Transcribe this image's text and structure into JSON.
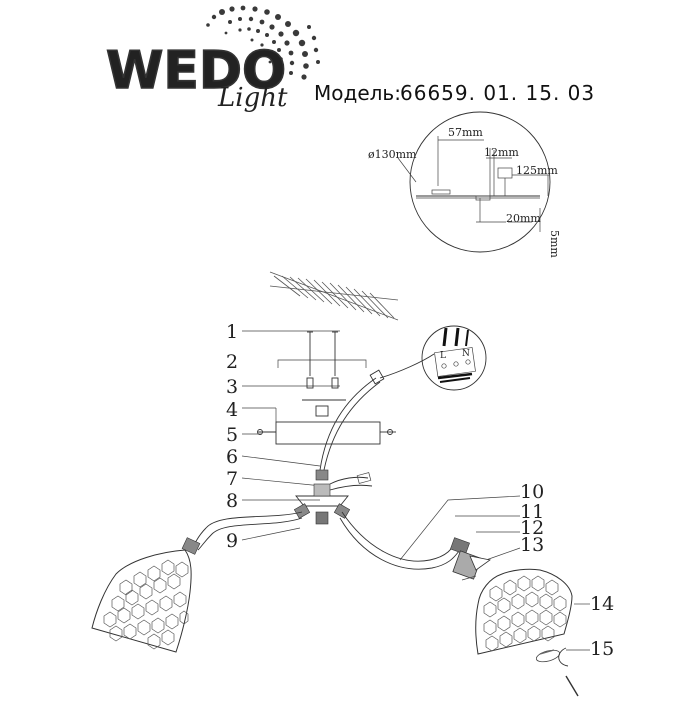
{
  "logo": {
    "brand": "WEDO",
    "sub": "Light"
  },
  "model": {
    "label": "Модель:",
    "value": "66659. 01. 15. 03"
  },
  "dimensions": {
    "diameter": "ø130mm",
    "d57": "57mm",
    "d12": "12mm",
    "d125": "125mm",
    "d20": "20mm",
    "d5": "5mm"
  },
  "terminal": {
    "L": "L",
    "N": "N"
  },
  "callouts": [
    "1",
    "2",
    "3",
    "4",
    "5",
    "6",
    "7",
    "8",
    "9",
    "10",
    "11",
    "12",
    "13",
    "14",
    "15"
  ],
  "colors": {
    "ink": "#333333",
    "logo_dark": "#3a3a3a",
    "logo_light": "#bdbdbd"
  }
}
